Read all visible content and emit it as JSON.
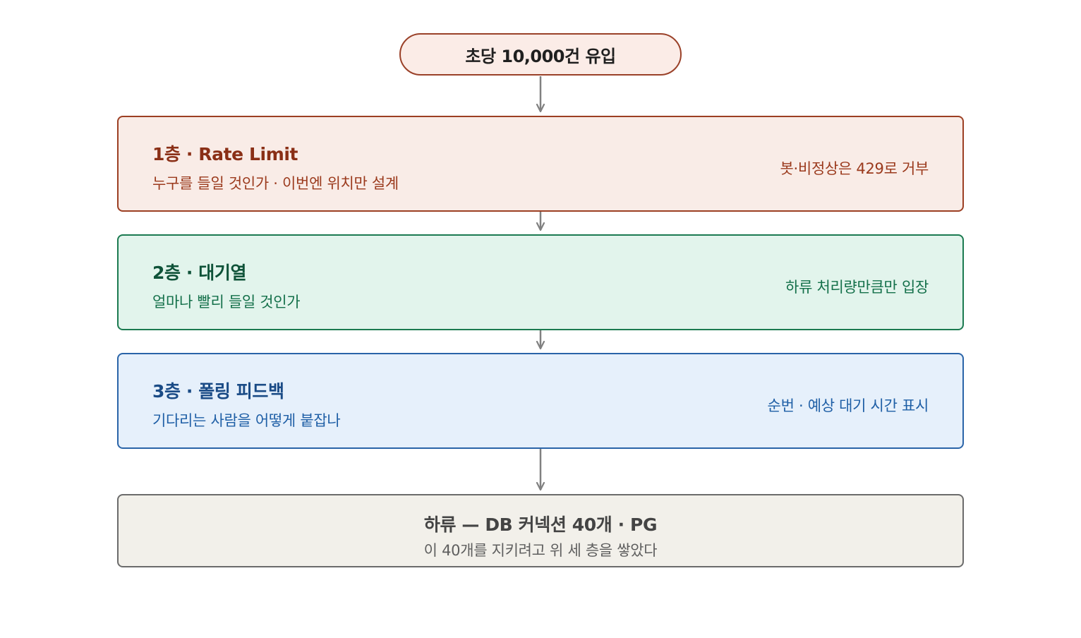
{
  "inflow": {
    "label": "초당 10,000건 유입"
  },
  "layers": [
    {
      "title": "1층 · Rate Limit",
      "subtitle": "누구를 들일 것인가 · 이번엔 위치만 설계",
      "note": "봇·비정상은 429로 거부",
      "color": "#9c3f23"
    },
    {
      "title": "2층 · 대기열",
      "subtitle": "얼마나 빨리 들일 것인가",
      "note": "하류 처리량만큼만 입장",
      "color": "#1b7a50"
    },
    {
      "title": "3층 · 폴링 피드백",
      "subtitle": "기다리는 사람을 어떻게 붙잡나",
      "note": "순번 · 예상 대기 시간 표시",
      "color": "#2a64a8"
    }
  ],
  "downstream": {
    "title": "하류 — DB 커넥션 40개 · PG",
    "subtitle": "이 40개를 지키려고 위 세 층을 쌓았다",
    "color": "#6b6b6b"
  },
  "arrow_color": "#808080"
}
